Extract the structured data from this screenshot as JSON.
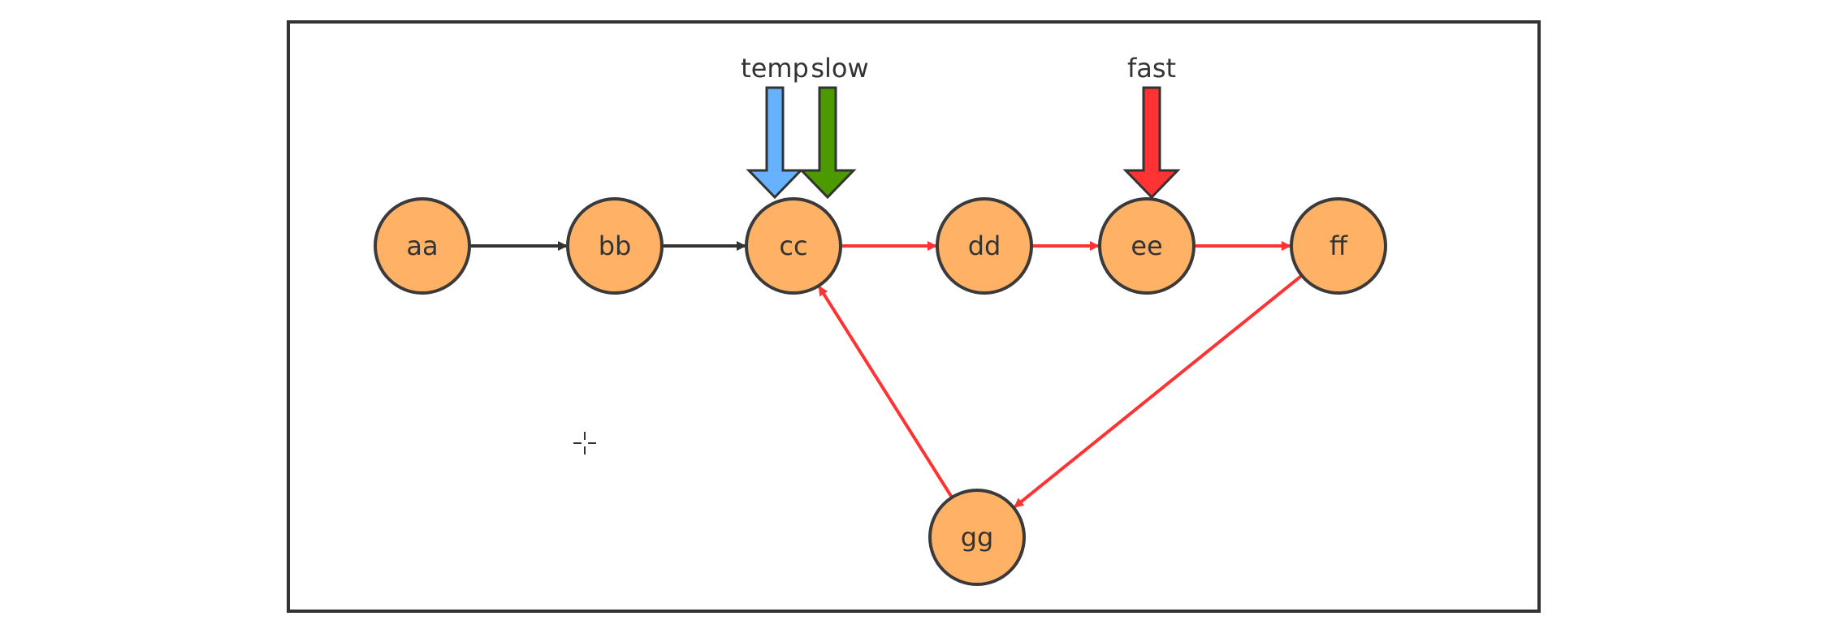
{
  "diagram": {
    "colors": {
      "node_fill": "#FFB266",
      "node_stroke": "#3a3a3a",
      "black_edge": "#333333",
      "red_edge": "#FF3333",
      "temp_arrow": "#66B2FF",
      "slow_arrow": "#4D9900",
      "fast_arrow": "#FF3333",
      "frame": "#333333"
    },
    "nodes": [
      {
        "id": "aa",
        "label": "aa"
      },
      {
        "id": "bb",
        "label": "bb"
      },
      {
        "id": "cc",
        "label": "cc"
      },
      {
        "id": "dd",
        "label": "dd"
      },
      {
        "id": "ee",
        "label": "ee"
      },
      {
        "id": "ff",
        "label": "ff"
      },
      {
        "id": "gg",
        "label": "gg"
      }
    ],
    "edges": [
      {
        "from": "aa",
        "to": "bb",
        "color": "black"
      },
      {
        "from": "bb",
        "to": "cc",
        "color": "black"
      },
      {
        "from": "cc",
        "to": "dd",
        "color": "red"
      },
      {
        "from": "dd",
        "to": "ee",
        "color": "red"
      },
      {
        "from": "ee",
        "to": "ff",
        "color": "red"
      },
      {
        "from": "ff",
        "to": "gg",
        "color": "red"
      },
      {
        "from": "gg",
        "to": "cc",
        "color": "red"
      }
    ],
    "pointers": [
      {
        "id": "temp",
        "label": "temp",
        "target": "cc",
        "color": "temp"
      },
      {
        "id": "slow",
        "label": "slow",
        "target": "cc",
        "color": "slow"
      },
      {
        "id": "fast",
        "label": "fast",
        "target": "ee",
        "color": "fast"
      }
    ]
  }
}
